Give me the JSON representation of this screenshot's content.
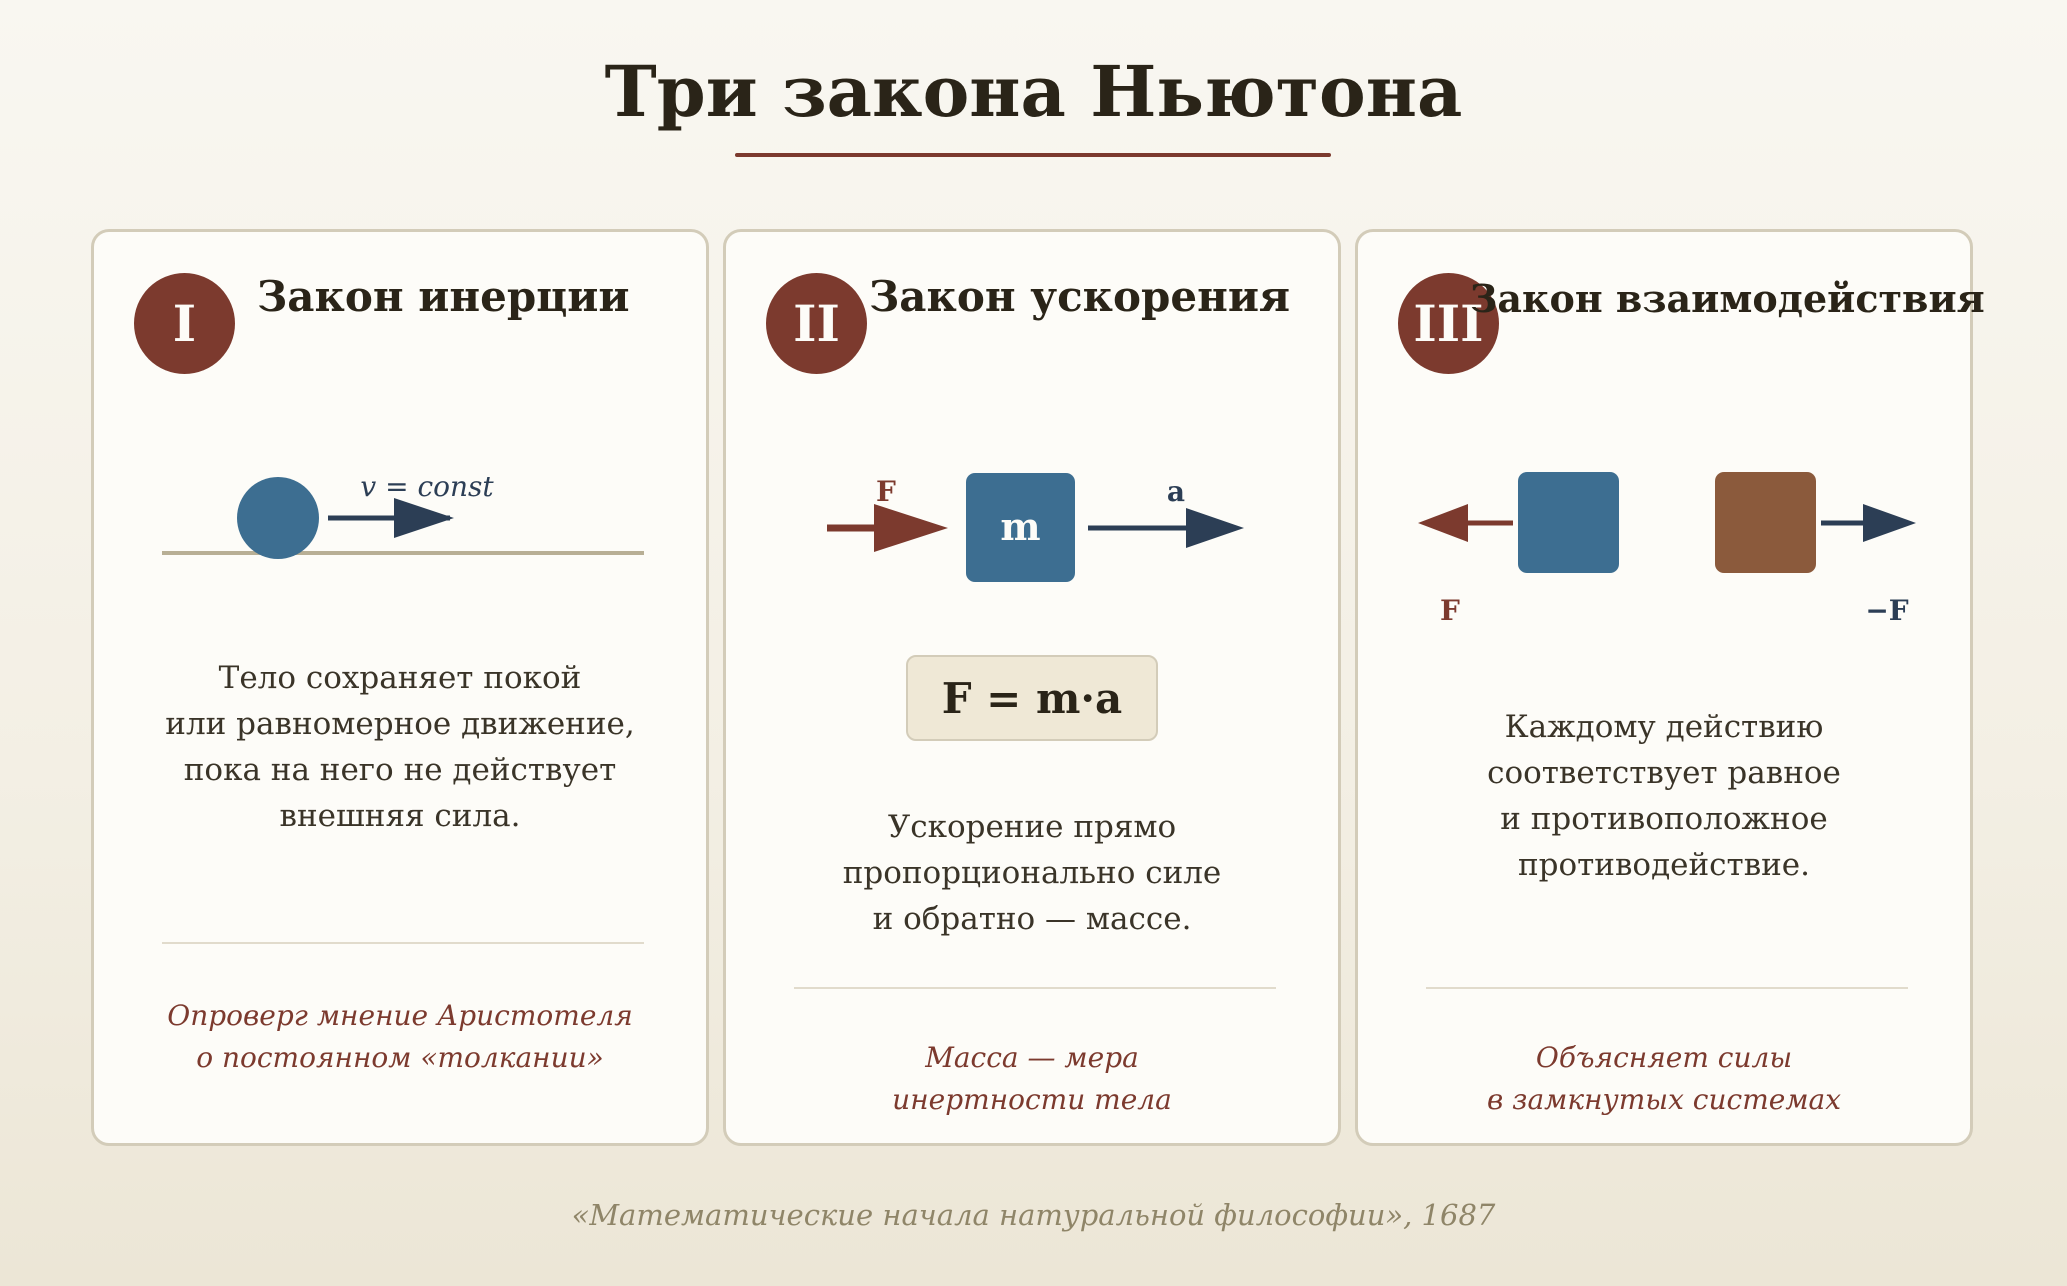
{
  "title": "Три закона Ньютона",
  "colors": {
    "accent": "#7c3a2e",
    "blue": "#3d6e91",
    "brown": "#8b5a3c",
    "arrow_dark": "#2c3e55",
    "card_bg": "#fdfcf8",
    "card_border": "#d3ccb9"
  },
  "laws": [
    {
      "numeral": "I",
      "title": "Закон инерции",
      "illustration": {
        "velocity_label": "v = const"
      },
      "description": [
        "Тело сохраняет покой",
        "или равномерное движение,",
        "пока на него не действует",
        "внешняя сила."
      ],
      "note": [
        "Опроверг мнение Аристотеля",
        "о постоянном «толкании»"
      ]
    },
    {
      "numeral": "II",
      "title": "Закон ускорения",
      "illustration": {
        "force_label": "F",
        "mass_label": "m",
        "accel_label": "a"
      },
      "formula": "F = m·a",
      "description": [
        "Ускорение прямо",
        "пропорционально силе",
        "и обратно — массе."
      ],
      "note": [
        "Масса — мера",
        "инертности тела"
      ]
    },
    {
      "numeral": "III",
      "title": "Закон взаимодействия",
      "illustration": {
        "force_label": "F",
        "reaction_label": "−F"
      },
      "description": [
        "Каждому действию",
        "соответствует равное",
        "и противоположное",
        "противодействие."
      ],
      "note": [
        "Объясняет силы",
        "в замкнутых системах"
      ]
    }
  ],
  "footer": "«Математические начала натуральной философии», 1687"
}
